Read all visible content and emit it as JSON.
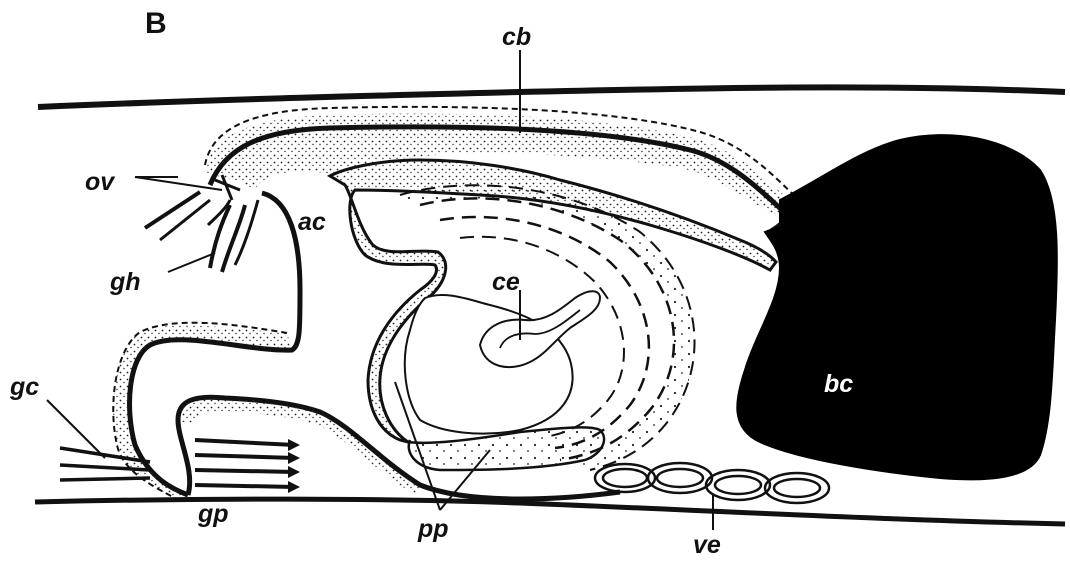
{
  "figure": {
    "panel_label": "B",
    "colors": {
      "ink": "#111111",
      "background": "#ffffff",
      "stipple": "#222222"
    },
    "labels": {
      "cb": "cb",
      "ov": "ov",
      "ac": "ac",
      "gh": "gh",
      "ce": "ce",
      "gc": "gc",
      "bc": "bc",
      "gp": "gp",
      "pp": "pp",
      "ve": "ve"
    }
  }
}
